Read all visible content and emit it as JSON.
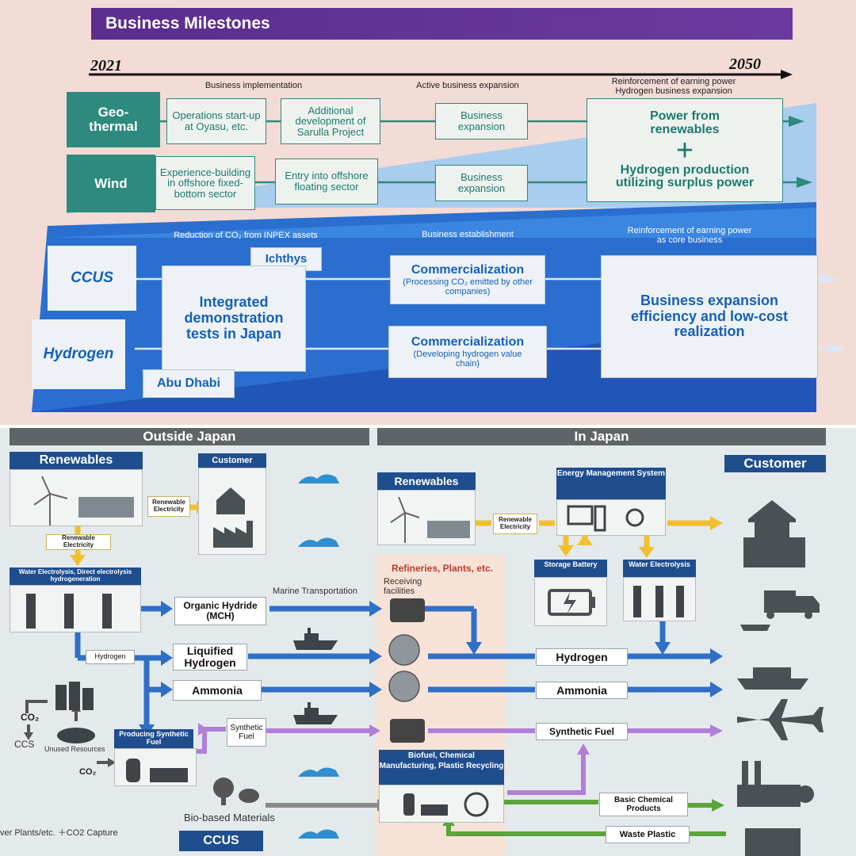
{
  "top": {
    "title": "Business Milestones",
    "year_start": "2021",
    "year_end": "2050",
    "phases_upper": [
      "Business implementation",
      "Active business expansion",
      "Reinforcement of earning power",
      "Hydrogen business expansion"
    ],
    "phases_lower": [
      "Reduction of CO₂ from INPEX assets",
      "Business establishment",
      "Reinforcement of earning power",
      "as core business"
    ],
    "geothermal": {
      "label": "Geo-\nthermal",
      "b1": "Operations start-up at Oyasu, etc.",
      "b2": "Additional development of Sarulla Project",
      "b3": "Business expansion"
    },
    "wind": {
      "label": "Wind",
      "b1": "Experience-building in offshore fixed-bottom sector",
      "b2": "Entry into offshore floating sector",
      "b3": "Business expansion"
    },
    "renewables_goal": {
      "line1": "Power from renewables",
      "plus": "+",
      "line2": "Hydrogen production utilizing surplus power"
    },
    "ccus_label": "CCUS",
    "hydrogen_label": "Hydrogen",
    "ichthys": "Ichthys",
    "abu_dhabi": "Abu Dhabi",
    "integrated": "Integrated demonstration tests in Japan",
    "comm1": {
      "title": "Commercialization",
      "sub": "(Processing CO₂ emitted by other companies)"
    },
    "comm2": {
      "title": "Commercialization",
      "sub": "(Developing hydrogen value chain)"
    },
    "expansion": "Business expansion efficiency and low-cost realization"
  },
  "bottom": {
    "outside_japan": "Outside Japan",
    "in_japan": "In Japan",
    "renewables": "Renewables",
    "customer_small": "Customer",
    "customer_big": "Customer",
    "renewable_electricity": "Renewable Electricity",
    "water_electrolysis_out": "Water Electrolysis, Direct electrolysis hydrogeneration",
    "hydrogen_tag": "Hydrogen",
    "organic_hydride": "Organic Hydride (MCH)",
    "marine_transportation": "Marine Transportation",
    "liquified_hydrogen": "Liquified Hydrogen",
    "ammonia": "Ammonia",
    "producing_synthetic_fuel": "Producing Synthetic Fuel",
    "synthetic_fuel": "Synthetic Fuel",
    "co2": "CO₂",
    "ccs": "CCS",
    "unused_resources": "Unused Resources",
    "bio_based": "Bio-based Materials",
    "power_plants": "ver Plants/etc. ＋CO2 Capture",
    "ccus": "CCUS",
    "refineries": "Refineries, Plants, etc.",
    "receiving": "Receiving facilities",
    "ems": "Energy Management System",
    "storage_battery": "Storage Battery",
    "water_electrolysis_in": "Water Electrolysis",
    "hydrogen": "Hydrogen",
    "ammonia_in": "Ammonia",
    "synthetic_fuel_in": "Synthetic Fuel",
    "biofuel": "Biofuel, Chemical Manufacturing, Plastic Recycling",
    "basic_chemical": "Basic Chemical Products",
    "waste_plastic": "Waste Plastic"
  },
  "colors": {
    "purple": "#5b2d8e",
    "teal": "#2e8a7e",
    "blue": "#1e62c8",
    "navy": "#1f4e8f",
    "arrow_yellow": "#f0c030",
    "arrow_purple": "#b07fd6",
    "arrow_green": "#5aa53a"
  }
}
